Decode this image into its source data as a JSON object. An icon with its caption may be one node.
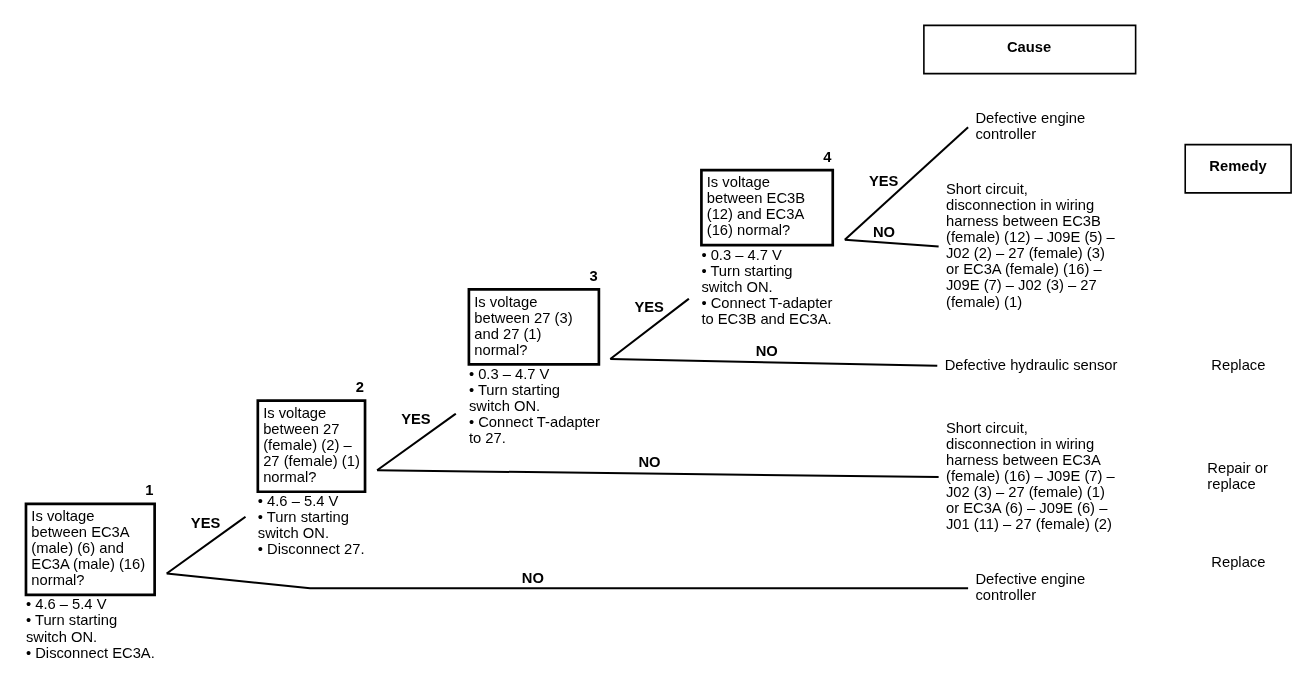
{
  "diagram": {
    "nodes": [
      {
        "text": [
          "Is voltage between EC3A (male) (6) and EC3A (male) (16) normal?"
        ],
        "beside": [
          "1",
          "• 4.6 – 5.4 V",
          "• Turn starting switch ON.",
          "• Disconnect EC3A."
        ]
      },
      {
        "text": [
          "Is voltage between 27 (female) (2) – 27 (female) (1) normal?"
        ],
        "beside": [
          "2",
          "• 4.6 – 5.4 V",
          "• Turn starting switch ON.",
          "• Disconnect 27."
        ]
      },
      {
        "text": [
          "Is voltage between 27 (3) and 27 (1) normal?"
        ],
        "beside": [
          "3",
          "• 0.3 – 4.7 V",
          "• Turn starting switch ON.",
          "• Connect T-adapter to 27."
        ]
      },
      {
        "text": [
          "Is voltage between EC3B (12) and EC3A (16) normal?"
        ],
        "beside": [
          "4",
          "• 0.3 – 4.7 V",
          "• Turn starting switch ON.",
          "• Connect T-adapter to EC3B and EC3A."
        ]
      },
      {
        "text": [
          "Defective engine controller"
        ]
      },
      {
        "text": [
          "Short circuit, disconnection in wiring harness between EC3B (female) (12) – J09E (5) – J02 (2) – 27 (female) (3) or EC3A (female) (16) – J09E (7) – J02 (3) – 27 (female) (1)"
        ]
      },
      {
        "text": [
          "Defective hydraulic sensor"
        ]
      },
      {
        "text": [
          "Short circuit, disconnection in wiring harness between EC3A (female) (16) – J09E (7) – J02 (3) – 27 (female) (1) or EC3A (6) – J09E (6) – J01 (11) – 27 (female) (2)"
        ]
      },
      {
        "text": [
          "Defective engine controller"
        ]
      }
    ],
    "edges": [
      {
        "from": 0,
        "to": 1,
        "arrow": "none",
        "label": "YES"
      },
      {
        "from": 0,
        "to": 8,
        "arrow": "none",
        "label": "NO"
      },
      {
        "from": 1,
        "to": 2,
        "arrow": "none",
        "label": "YES"
      },
      {
        "from": 1,
        "to": 7,
        "arrow": "none",
        "label": "NO"
      },
      {
        "from": 2,
        "to": 3,
        "arrow": "none",
        "label": "YES"
      },
      {
        "from": 2,
        "to": 6,
        "arrow": "none",
        "label": "NO"
      },
      {
        "from": 3,
        "to": 4,
        "arrow": "none",
        "label": "YES"
      },
      {
        "from": 3,
        "to": 5,
        "arrow": "none",
        "label": "NO"
      }
    ],
    "labels": [
      "Cause",
      "Remedy",
      "Replace",
      "Repair or replace",
      "Replace"
    ]
  }
}
